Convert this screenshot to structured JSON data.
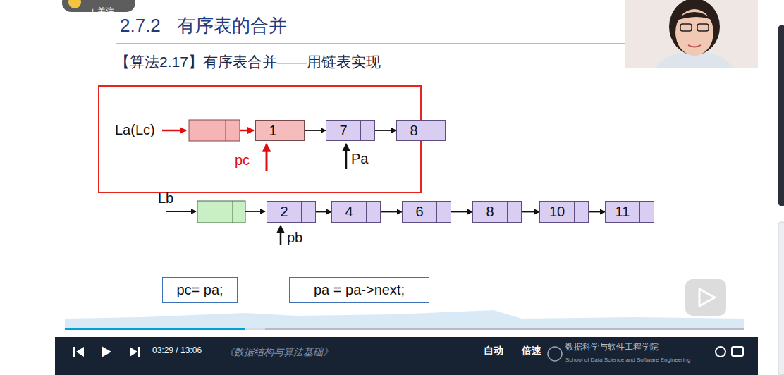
{
  "diagram": {
    "title": "2.7.2 有序表的合并",
    "nodes": [
      {
        "text": [
          "1"
        ]
      },
      {
        "text": [
          "7"
        ]
      },
      {
        "text": [
          "8"
        ]
      },
      {
        "text": [
          "2"
        ]
      },
      {
        "text": [
          "4"
        ]
      },
      {
        "text": [
          "6"
        ]
      },
      {
        "text": [
          "8"
        ]
      },
      {
        "text": [
          "10"
        ]
      },
      {
        "text": [
          "11"
        ]
      },
      {
        "text": [
          "pc= pa;"
        ]
      },
      {
        "text": [
          "pa = pa->next;"
        ]
      }
    ],
    "edges": [
      {
        "from": 0,
        "to": 1,
        "arrow": "to"
      },
      {
        "from": 1,
        "to": 2,
        "arrow": "to"
      },
      {
        "from": 3,
        "to": 4,
        "arrow": "to"
      },
      {
        "from": 4,
        "to": 5,
        "arrow": "to"
      },
      {
        "from": 5,
        "to": 6,
        "arrow": "to"
      },
      {
        "from": 6,
        "to": 7,
        "arrow": "to"
      },
      {
        "from": 7,
        "to": 8,
        "arrow": "to"
      }
    ],
    "labels": [
      "+ 关注",
      "【算法2.17】有序表合并——用链表实现",
      "La(Lc)",
      "pc",
      "Pa",
      "Lb",
      "pb",
      "03:29 / 13:06",
      "自动",
      "倍速",
      "《数据结构与算法基础》",
      "数据科学与软件工程学院",
      "School of Data Science and Software Engineering"
    ]
  }
}
